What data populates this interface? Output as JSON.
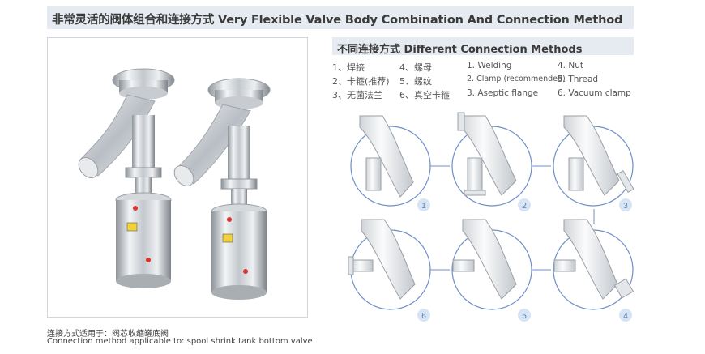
{
  "header": {
    "title": "非常灵活的阀体组合和连接方式 Very Flexible Valve Body Combination And Connection Method"
  },
  "photo": {
    "caption_cn": "连接方式适用于：阀芯收缩罐底阀",
    "caption_en": "Connection method applicable to: spool shrink tank bottom valve"
  },
  "connections": {
    "title": "不同连接方式 Different Connection Methods",
    "legend_cn": [
      "1、焊接",
      "2、卡箍(推荐)",
      "3、无菌法兰",
      "4、螺母",
      "5、螺纹",
      "6、真空卡箍"
    ],
    "legend_en": [
      "1. Welding",
      "2. Clamp (recommended)",
      "3. Aseptic flange",
      "4. Nut",
      "5. Thread",
      "6. Vacuum clamp"
    ],
    "circles": [
      {
        "num": "1"
      },
      {
        "num": "2"
      },
      {
        "num": "3"
      },
      {
        "num": "6"
      },
      {
        "num": "5"
      },
      {
        "num": "4"
      }
    ]
  },
  "colors": {
    "header_bg": "#e6ebf1",
    "connector_line": "#6f8fc9",
    "badge_bg": "#d6e4f4",
    "badge_text": "#5b7fb5"
  }
}
